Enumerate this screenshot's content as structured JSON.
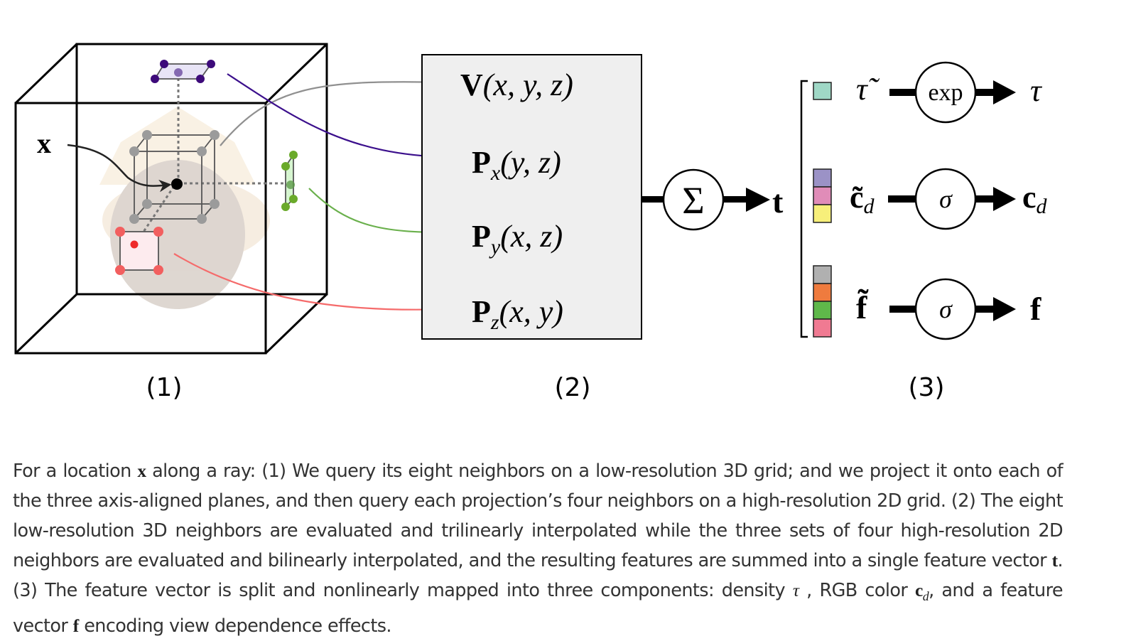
{
  "figure": {
    "panel1": {
      "label": "(1)",
      "query_point_label": "x",
      "plane_colors": {
        "x_plane": "#3d0a7a",
        "y_plane": "#6aaa2a",
        "z_plane": "#f25f5f",
        "grid": "#999999"
      }
    },
    "panel2": {
      "label": "(2)",
      "box_fill": "#efefef",
      "entries": [
        {
          "name": "V",
          "sub": "",
          "args": "(x, y, z)",
          "arrow_color": "#909090"
        },
        {
          "name": "P",
          "sub": "x",
          "args": "(y, z)",
          "arrow_color": "#3b0f8c"
        },
        {
          "name": "P",
          "sub": "y",
          "args": "(x, z)",
          "arrow_color": "#6ab04c"
        },
        {
          "name": "P",
          "sub": "z",
          "args": "(x, y)",
          "arrow_color": "#f56b6b"
        }
      ],
      "sum_symbol": "Σ",
      "output_label": "t"
    },
    "panel3": {
      "label": "(3)",
      "vector_label": "t",
      "rows": [
        {
          "input": "τ̃",
          "function": "exp",
          "output": "τ",
          "swatches": [
            "#9fd8c6"
          ]
        },
        {
          "input": "c̃",
          "input_sub": "d",
          "function": "σ",
          "output": "c",
          "output_sub": "d",
          "swatches": [
            "#9b92c6",
            "#e08cb8",
            "#f7ef7a"
          ]
        },
        {
          "input": "f̃",
          "function": "σ",
          "output": "f",
          "swatches": [
            "#b0b0b0",
            "#ef7b3e",
            "#5fb84a",
            "#f07a92"
          ]
        }
      ]
    }
  },
  "caption": {
    "s1": "For a location ",
    "m1": "x",
    "s2": " along a ray: (1) We query its eight neighbors on a low-resolution 3D grid; and we project it onto each of the three axis-aligned planes, and then query each projection’s four neighbors on a high-resolution 2D grid. (2) The eight low-resolution 3D neighbors are evaluated and trilinearly interpolated while the three sets of four high-resolution 2D neighbors are evaluated and bilinearly interpolated, and the resulting features are summed into a single feature vector ",
    "m2": "t",
    "s3": ". (3) The feature vector is split and nonlinearly mapped into three components: density ",
    "m3": "τ",
    "s4": " , RGB color ",
    "m4": "c",
    "m4_sub": "d",
    "s5": ", and a feature vector ",
    "m5": "f",
    "s6": " encoding view dependence effects."
  }
}
